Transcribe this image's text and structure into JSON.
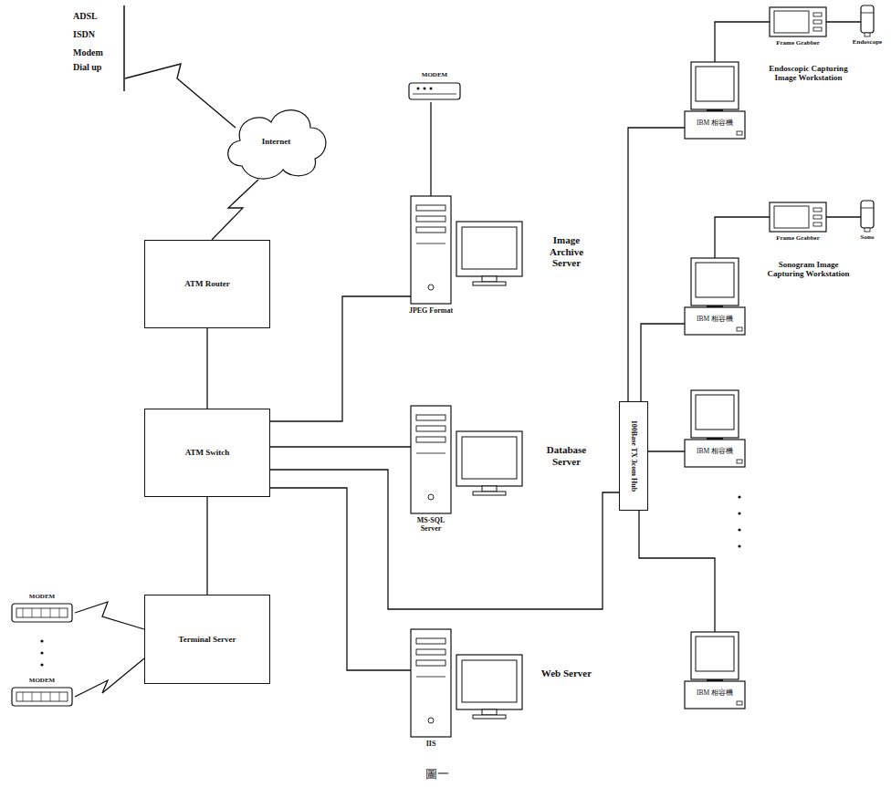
{
  "diagram": {
    "caption": "圖一",
    "nodes": [
      {
        "text": [
          "Internet"
        ]
      },
      {
        "text": [
          "MODEM"
        ]
      },
      {
        "text": [
          "Frame Grabber"
        ]
      },
      {
        "text": [
          "Endoscope"
        ]
      },
      {
        "text": [
          "IBM 相容機",
          "Endoscopic Capturing Image Workstation"
        ]
      },
      {
        "text": [
          "Frame Grabber"
        ]
      },
      {
        "text": [
          "Sono"
        ]
      },
      {
        "text": [
          "IBM 相容機",
          "Sonogram Image Capturing Workstation"
        ]
      },
      {
        "text": [
          "ATM Router"
        ]
      },
      {
        "text": [
          "Image Archive Server",
          "JPEG Format"
        ]
      },
      {
        "text": [
          "ATM Switch"
        ]
      },
      {
        "text": [
          "100Base TX 3com Hub"
        ]
      },
      {
        "text": [
          "Database Server",
          "MS-SQL Server"
        ]
      },
      {
        "text": [
          "IBM 相容機"
        ]
      },
      {
        "text": [
          "MODEM"
        ]
      },
      {
        "text": [
          "Terminal Server"
        ]
      },
      {
        "text": [
          "MODEM"
        ]
      },
      {
        "text": [
          "Web Server",
          "IIS"
        ]
      },
      {
        "text": [
          "IBM 相容機"
        ]
      }
    ],
    "edges": [
      {
        "from": 0,
        "to": 8,
        "arrow": "none"
      },
      {
        "from": 1,
        "to": 9,
        "arrow": "none"
      },
      {
        "from": 2,
        "to": 3,
        "arrow": "none"
      },
      {
        "from": 2,
        "to": 4,
        "arrow": "none"
      },
      {
        "from": 5,
        "to": 6,
        "arrow": "none"
      },
      {
        "from": 5,
        "to": 7,
        "arrow": "none"
      },
      {
        "from": 8,
        "to": 10,
        "arrow": "none"
      },
      {
        "from": 10,
        "to": 9,
        "arrow": "none"
      },
      {
        "from": 10,
        "to": 12,
        "arrow": "none"
      },
      {
        "from": 10,
        "to": 11,
        "arrow": "none"
      },
      {
        "from": 10,
        "to": 17,
        "arrow": "none"
      },
      {
        "from": 10,
        "to": 15,
        "arrow": "none"
      },
      {
        "from": 11,
        "to": 4,
        "arrow": "none"
      },
      {
        "from": 11,
        "to": 7,
        "arrow": "none"
      },
      {
        "from": 11,
        "to": 13,
        "arrow": "none"
      },
      {
        "from": 11,
        "to": 18,
        "arrow": "none"
      },
      {
        "from": 14,
        "to": 15,
        "arrow": "none"
      },
      {
        "from": 16,
        "to": 15,
        "arrow": "none"
      }
    ],
    "labels": [
      "ADSL",
      "ISDN",
      "Modem",
      "Dial up"
    ]
  }
}
